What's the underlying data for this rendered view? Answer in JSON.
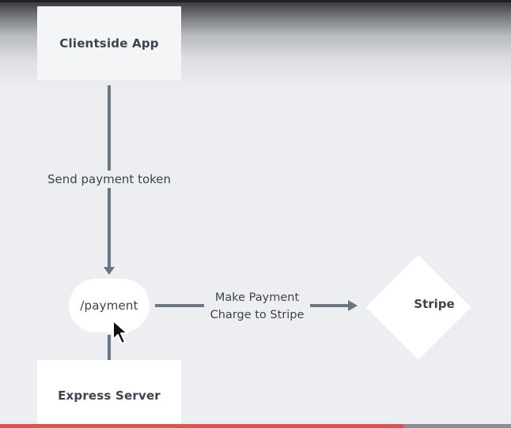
{
  "diagram": {
    "nodes": {
      "clientside_app": "Clientside App",
      "payment_endpoint": "/payment",
      "stripe": "Stripe",
      "express_server": "Express Server"
    },
    "edges": {
      "send_token": "Send payment token",
      "make_payment_line1": "Make Payment",
      "make_payment_line2": "Charge to Stripe"
    }
  },
  "video": {
    "progress": 0.79
  },
  "colors": {
    "background": "#eceef1",
    "node_fill": "#ffffff",
    "connector": "#6b7684",
    "text": "#3c4450",
    "progress_fill": "#e0524c"
  },
  "icons": {
    "cursor": "mouse-pointer-icon"
  }
}
